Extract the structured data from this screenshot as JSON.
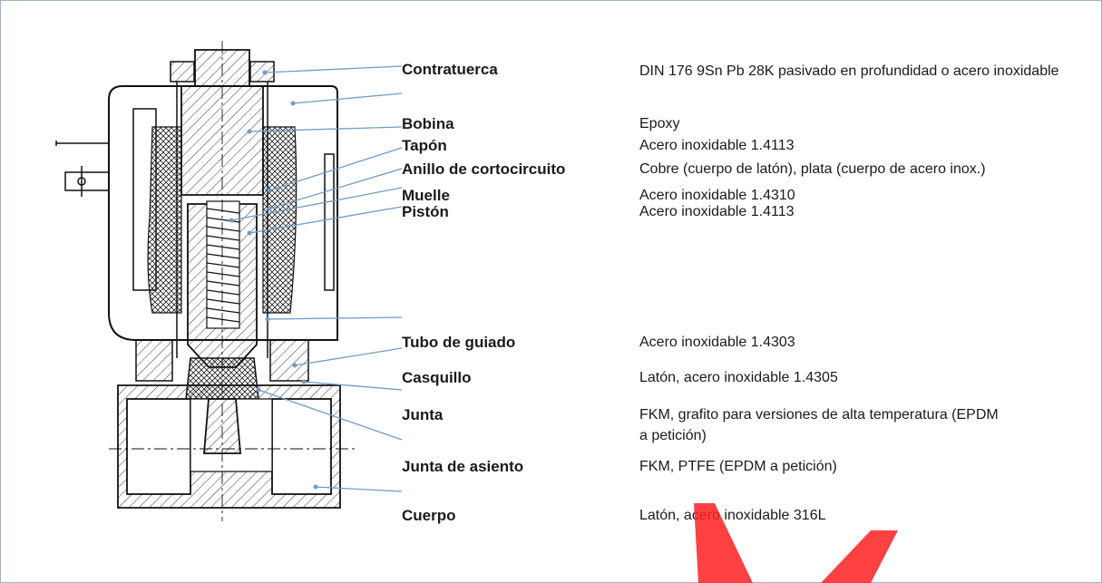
{
  "parts": [
    {
      "name": "Contratuerca",
      "material": "DIN 176 9Sn Pb 28K pasivado en profundidad o acero inoxidable"
    },
    {
      "name": "Bobina",
      "material": "Epoxy"
    },
    {
      "name": "Tapón",
      "material": "Acero inoxidable 1.4113"
    },
    {
      "name": "Anillo de cortocircuito",
      "material": "Cobre (cuerpo de latón), plata (cuerpo de acero inox.)"
    },
    {
      "name": "Muelle",
      "material": "Acero inoxidable 1.4310"
    },
    {
      "name": "Pistón",
      "material": "Acero inoxidable 1.4113"
    },
    {
      "name": "Tubo de guiado",
      "material": "Acero inoxidable 1.4303"
    },
    {
      "name": "Casquillo",
      "material": "Latón, acero inoxidable 1.4305"
    },
    {
      "name": "Junta",
      "material": "FKM, grafito para versiones de alta temperatura (EPDM a petición)"
    },
    {
      "name": "Junta de asiento",
      "material": "FKM, PTFE (EPDM a petición)"
    },
    {
      "name": "Cuerpo",
      "material": "Latón, acero inoxidable 316L"
    }
  ],
  "colors": {
    "leader": "#6f9bc8",
    "frame": "#9fb3c8",
    "watermark": "#ff2020"
  }
}
